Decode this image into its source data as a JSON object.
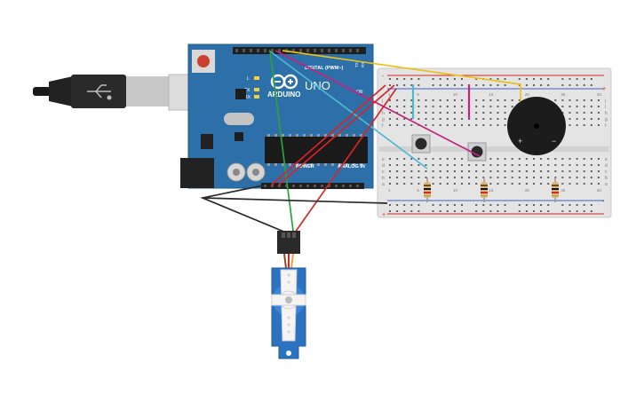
{
  "arduino": {
    "logo_text": "ARDUINO",
    "model": "UNO",
    "digital_label": "DIGITAL (PWM~)",
    "power_label": "POWER",
    "analog_label": "ANALOG IN",
    "on_label": "ON",
    "led_l": "L",
    "led_tx": "TX",
    "led_rx": "RX",
    "tx_pin_label": "TX",
    "rx_pin_label": "RX"
  },
  "breadboard": {
    "columns": [
      "1",
      "5",
      "10",
      "15",
      "20",
      "25",
      "30"
    ],
    "rows_top": [
      "j",
      "i",
      "h",
      "g",
      "f"
    ],
    "rows_bottom": [
      "e",
      "d",
      "c",
      "b",
      "a"
    ],
    "rail_plus": "+",
    "rail_minus": "-"
  },
  "buzzer": {
    "plus": "+",
    "minus": "−"
  },
  "colors": {
    "board": "#2d6fa8",
    "breadboard": "#e4e4e4",
    "wire_yellow": "#e8c21a",
    "wire_magenta": "#c2237d",
    "wire_cyan": "#4fb8d1",
    "wire_red": "#d62626",
    "wire_green": "#2aa33a",
    "wire_black": "#2b2b2b",
    "servo": "#2b72c0"
  }
}
